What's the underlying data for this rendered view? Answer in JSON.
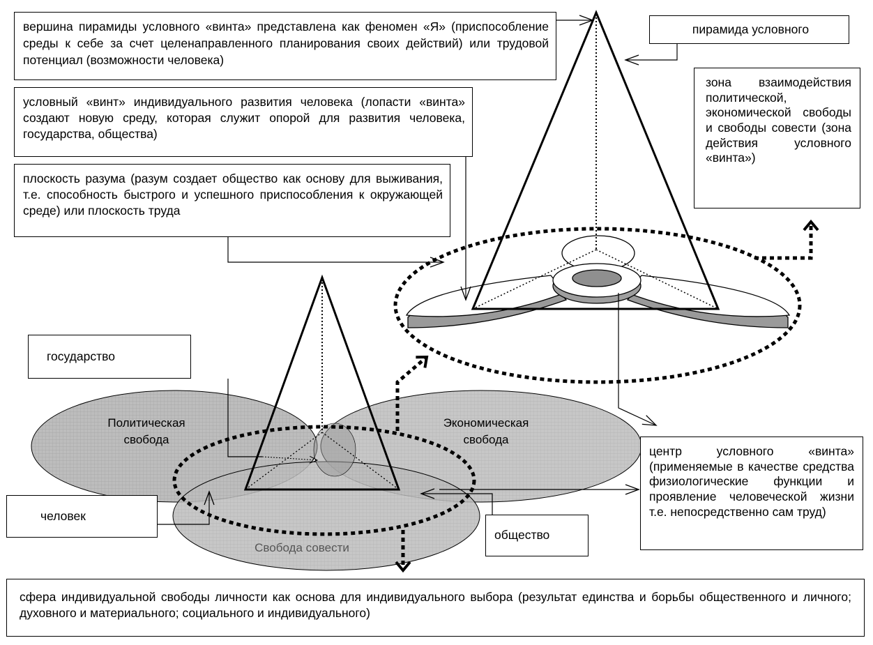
{
  "colors": {
    "ellipse_fill": "#b3b3b3",
    "propeller_fill": "#bfbfbf",
    "hub_fill": "#9e9e9e",
    "stroke": "#000000",
    "muted_text": "#555555"
  },
  "boxes": {
    "apex": "вершина пирамиды условного «винта» представлена как феномен «Я» (приспособление среды к себе за счет целенаправленного планирования своих действий) или трудовой потенциал (возможности человека)",
    "pyramid": "пирамида условного",
    "screw": "условный «винт» индивидуального развития человека (лопасти «винта» создают новую среду, которая служит опорой для развития человека, государства, общества)",
    "reason": "плоскость разума (разум создает общество как основу для выживания, т.е. способность быстрого и успешного приспособления к окружающей среде) или плоскость труда",
    "zone": "зона взаимодействия политической, экономической свободы и свободы совести (зона действия условного «винта»)",
    "state": "государство",
    "center": "центр условного «винта» (применяемые в качестве средства физиологические функции и проявление человеческой жизни т.е. непосредственно сам труд)",
    "person": "человек",
    "society": "общество",
    "sphere": "сфера индивидуальной свободы личности как основа для индивидуального выбора (результат единства и борьбы общественного и личного; духовного и материального; социального и индивидуального)"
  },
  "labels": {
    "political_1": "Политическая",
    "political_2": "свобода",
    "economic_1": "Экономическая",
    "economic_2": "свобода",
    "conscience": "Свобода совести"
  }
}
